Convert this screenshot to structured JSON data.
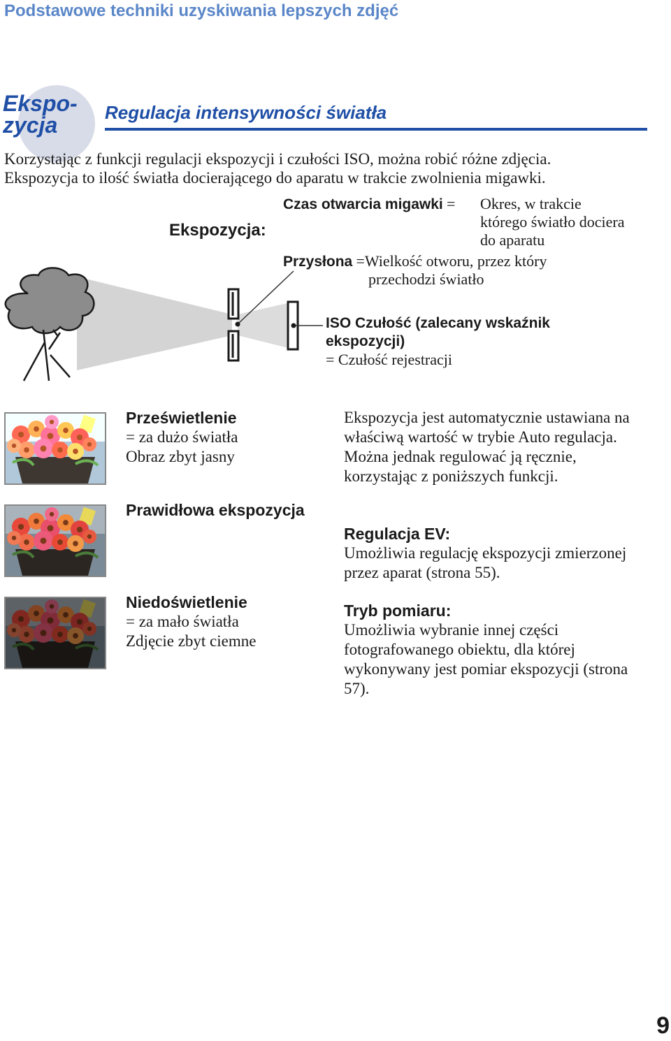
{
  "header": {
    "running_title": "Podstawowe techniki uzyskiwania lepszych zdjęć"
  },
  "section": {
    "tab_line1": "Ekspo-",
    "tab_line2": "zycja",
    "title": "Regulacja intensywności światła"
  },
  "intro": [
    "Korzystając z funkcji regulacji ekspozycji i czułości ISO, można robić różne zdjęcia.",
    "Ekspozycja to ilość światła docierającego do aparatu w trakcie zwolnienia migawki."
  ],
  "diagram": {
    "main_label": "Ekspozycja:",
    "shutter_label": "Czas otwarcia migawki",
    "shutter_eq": "=",
    "shutter_desc": [
      "Okres, w trakcie",
      "którego światło dociera",
      "do aparatu"
    ],
    "aperture_label": "Przysłona",
    "aperture_eq": "=",
    "aperture_desc": [
      "Wielkość otworu, przez który",
      "przechodzi światło"
    ],
    "iso_label_line1": "ISO Czułość (zalecany wskaźnik",
    "iso_label_line2": "ekspozycji)",
    "iso_desc": "= Czułość rejestracji",
    "colors": {
      "light_beam": "#d4d4d4",
      "tree": "#8c8c8c",
      "lines": "#333333"
    }
  },
  "exposures": [
    {
      "label": "Prześwietlenie",
      "line1": "= za dużo światła",
      "line2": "Obraz zbyt jasny",
      "brightness": 1.45
    },
    {
      "label": "Prawidłowa ekspozycja",
      "line1": "",
      "line2": "",
      "brightness": 1.0
    },
    {
      "label": "Niedoświetlenie",
      "line1": "= za mało światła",
      "line2": "Zdjęcie zbyt ciemne",
      "brightness": 0.55
    }
  ],
  "right_column": {
    "intro": "Ekspozycja jest automatycznie ustawiana na właściwą wartość w trybie Auto regulacja. Można jednak regulować ją ręcznie, korzystając z poniższych funkcji.",
    "ev_title": "Regulacja EV:",
    "ev_text": "Umożliwia regulację ekspozycji zmierzonej przez aparat (strona 55).",
    "metering_title": "Tryb pomiaru:",
    "metering_text": "Umożliwia wybranie innej części fotografowanego obiektu, dla której wykonywany jest pomiar ekspozycji (strona 57)."
  },
  "page_number": "9"
}
